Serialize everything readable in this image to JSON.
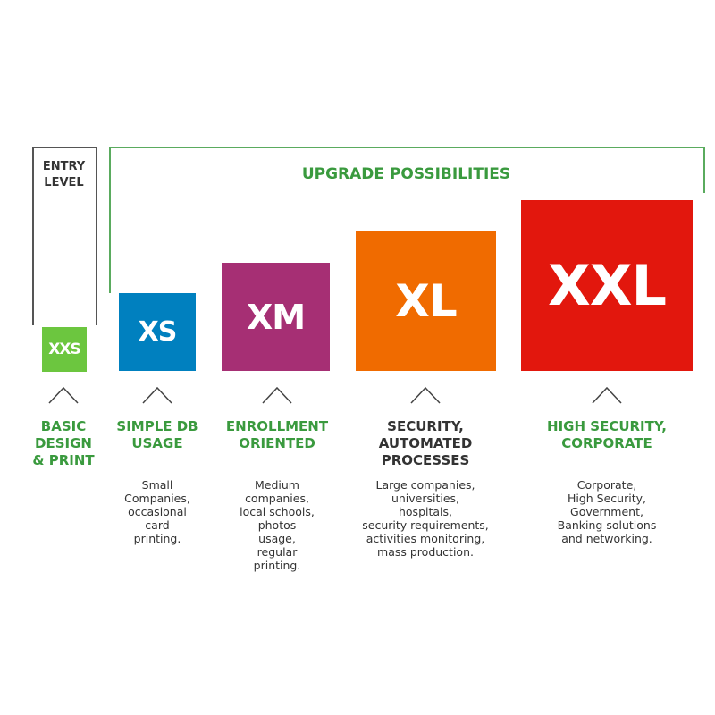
{
  "entry_label": [
    "ENTRY",
    "LEVEL"
  ],
  "upgrade_label": "UPGRADE POSSIBILITIES",
  "colors": {
    "green_text": "#3a9a3e",
    "bracket": "#5aab5e"
  },
  "tiers": [
    {
      "name": "XXS",
      "color": "#6cc63f",
      "heading": [
        "BASIC",
        "DESIGN",
        "& PRINT"
      ],
      "description": []
    },
    {
      "name": "XS",
      "color": "#0080bf",
      "heading": [
        "SIMPLE DB",
        "USAGE"
      ],
      "description": [
        "Small",
        "Companies,",
        "occasional",
        "card",
        "printing."
      ]
    },
    {
      "name": "XM",
      "color": "#a62f74",
      "heading": [
        "ENROLLMENT",
        "ORIENTED"
      ],
      "description": [
        "Medium",
        "companies,",
        "local schools,",
        "photos",
        "usage,",
        "regular",
        "printing."
      ]
    },
    {
      "name": "XL",
      "color": "#f06b00",
      "heading": [
        "SECURITY,",
        "AUTOMATED",
        "PROCESSES"
      ],
      "description": [
        "Large companies,",
        "universities,",
        "hospitals,",
        "security requirements,",
        "activities monitoring,",
        "mass production."
      ]
    },
    {
      "name": "XXL",
      "color": "#e2170d",
      "heading": [
        "HIGH SECURITY,",
        "CORPORATE"
      ],
      "description": [
        "Corporate,",
        "High Security,",
        "Government,",
        "Banking solutions",
        "and networking."
      ]
    }
  ]
}
